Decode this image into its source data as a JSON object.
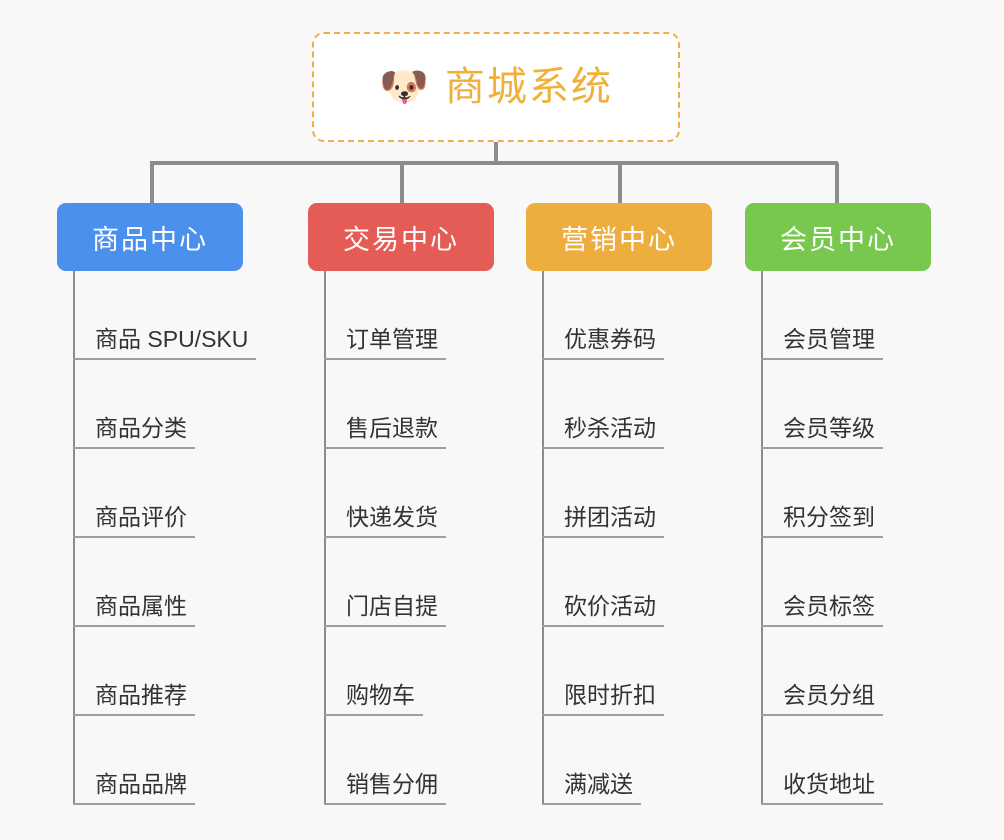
{
  "diagram": {
    "type": "org-chart",
    "background_color": "#f8f8f8",
    "root": {
      "title": "商城系统",
      "emoji": "🐶",
      "emoji_name": "shiba-dog-face",
      "border_color": "#f0ad4e",
      "text_color": "#f0b03c",
      "fill_color": "#ffffff"
    },
    "connector_color": "#8c8c8c",
    "branches": [
      {
        "id": "product-center",
        "label": "商品中心",
        "color": "#4a90ec",
        "items": [
          "商品 SPU/SKU",
          "商品分类",
          "商品评价",
          "商品属性",
          "商品推荐",
          "商品品牌"
        ]
      },
      {
        "id": "trade-center",
        "label": "交易中心",
        "color": "#e55b55",
        "items": [
          "订单管理",
          "售后退款",
          "快递发货",
          "门店自提",
          "购物车",
          "销售分佣"
        ]
      },
      {
        "id": "marketing-center",
        "label": "营销中心",
        "color": "#eead3f",
        "items": [
          "优惠券码",
          "秒杀活动",
          "拼团活动",
          "砍价活动",
          "限时折扣",
          "满减送"
        ]
      },
      {
        "id": "member-center",
        "label": "会员中心",
        "color": "#78c council"
      }
    ]
  }
}
